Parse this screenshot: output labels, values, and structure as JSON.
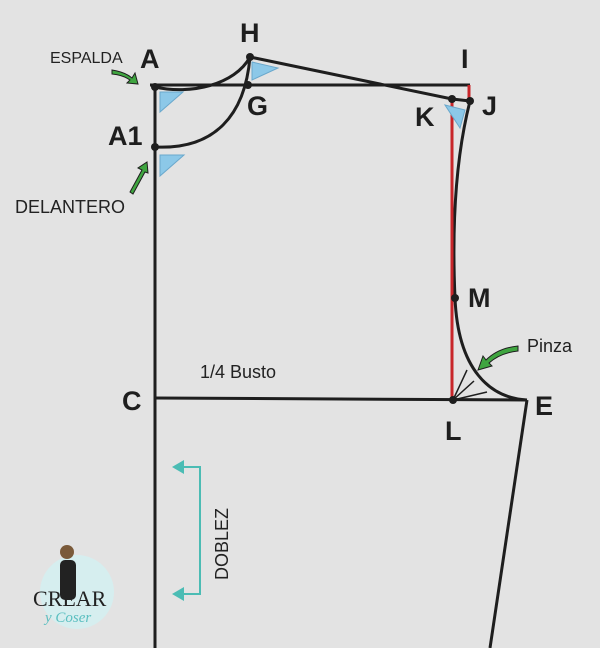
{
  "points": {
    "A": "A",
    "A1": "A1",
    "H": "H",
    "G": "G",
    "I": "I",
    "J": "J",
    "K": "K",
    "M": "M",
    "C": "C",
    "E": "E",
    "L": "L"
  },
  "labels": {
    "espalda": "ESPALDA",
    "delantero": "DELANTERO",
    "busto": "1/4 Busto",
    "pinza": "Pinza",
    "doblez": "DOBLEZ"
  },
  "logo": {
    "line1": "CREAR",
    "line2": "y Coser"
  },
  "colors": {
    "line": "#1e1e1e",
    "red": "#c8262a",
    "ruler": "#8cc8e8",
    "arrow": "#3fa540",
    "fold": "#4bbcb4"
  }
}
